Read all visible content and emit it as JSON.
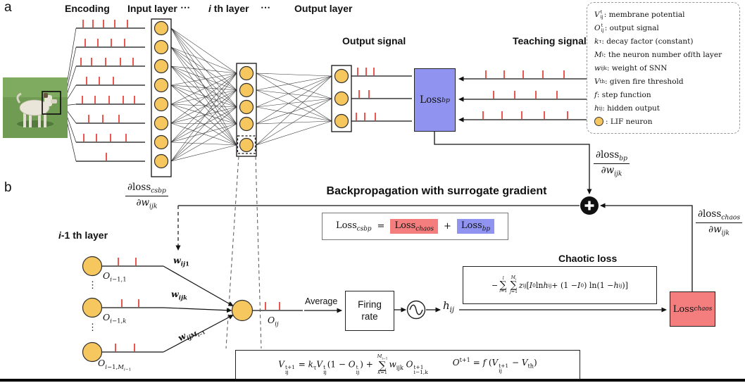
{
  "colors": {
    "neuron": "#F7C75F",
    "spike": "#E8392D",
    "loss_bp": "#9094F0",
    "loss_chaos": "#F47E7E"
  },
  "panel_a": {
    "label": "a",
    "encoding_header": "Encoding",
    "input_layer_header": "Input layer",
    "dots_left": "⋯",
    "ith_layer_header_html": "<i>i</i> th layer",
    "dots_right": "⋯",
    "output_layer_header": "Output layer",
    "output_signal_label": "Output signal",
    "teaching_signal_label": "Teaching signal",
    "loss_bp_html": "Loss<sub><i>bp</i></sub>",
    "grad_bp_num_html": "∂loss<sub><i>bp</i></sub>",
    "grad_bp_den_html": "∂<i>w</i><sub><i>ijk</i></sub>"
  },
  "legend": {
    "items_html": [
      "<i>V</i><span class='ss'><span>t</span><span>ij</span></span>: membrane potential",
      "<i>O</i><span class='ss'><span>t</span><span>ij</span></span>: output signal",
      "<i>k</i><sub>τ</sub>: decay factor (constant)",
      "<i>M</i><sub>i</sub>: the neuron number of <i>i</i> th layer",
      "<i>w</i><sub>ijk</sub>: weight of SNN",
      "<i>V</i><sub>th</sub>: given fire threshold",
      "<i>f</i>: step function",
      "<i>h</i><sub>ij</sub>: hidden output"
    ],
    "lif_label": ": LIF neuron"
  },
  "panel_b": {
    "label": "b",
    "title": "Backpropagation with surrogate gradient",
    "grad_csbp_num_html": "∂loss<sub><i>csbp</i></sub>",
    "grad_csbp_den_html": "∂<i>w</i><sub><i>ijk</i></sub>",
    "grad_chaos_num_html": "∂loss<sub><i>chaos</i></sub>",
    "grad_chaos_den_html": "∂<i>w</i><sub><i>ijk</i></sub>",
    "eq_lhs_html": "Loss<sub><i>csbp</i></sub>",
    "eq_sign": "=",
    "eq_chaos_html": "Loss<sub><i>chaos</i></sub>",
    "eq_plus": "+",
    "eq_bp_html": "Loss<sub><i>bp</i></sub>",
    "prev_layer_html": "<i>i</i>-1 th layer",
    "prev_neuron_labels_html": [
      "<i>O</i><sub><i>i</i>−1,1</sub>",
      "<i>O</i><sub><i>i</i>−1,<i>k</i></sub>",
      "<i>O</i><sub><i>i</i>−1,<i>M</i><sub><i>i</i>−1</sub></sub>"
    ],
    "vdots": "⋮",
    "weight_labels_html": [
      "<i>w</i><sub><i>ij</i>1</sub>",
      "<i>w</i><sub><i>ijk</i></sub>",
      "<i>w</i><sub><i>ijM</i><sub><i>i</i>−1</sub></sub>"
    ],
    "o_ij_html": "<i>O</i><sub><i>ij</i></sub>",
    "average_label": "Average",
    "firing_rate_line1": "Firing",
    "firing_rate_line2": "rate",
    "h_ij_html": "<i>h</i><sub><i>ij</i></sub>",
    "chaotic_loss_title": "Chaotic loss",
    "chaotic_formula_html": "− <span class='bigop'><span class='lim'><i>l</i></span><span class='op'>∑</span><span class='lim'><i>i</i>=1</span></span><span class='bigop'><span class='lim'><i>M<sub>i</sub></i></span><span class='op'>∑</span><span class='lim'><i>j</i>=1</span></span><i>z</i><sub>ij</sub>[<i>I</i><sub>0</sub> ln <i>h</i><sub>ij</sub> + (1 − <i>I</i><sub>0</sub>) ln(1 − <i>h</i><sub>ij</sub>)]",
    "loss_chaos_html": "Loss<sub><i>chaos</i></sub>",
    "membrane_eq_html": "<i>V</i><span class='ss'><span>t+1</span><span>ij</span></span> = <i>k</i><sub>τ</sub><i>V</i><span class='ss'><span>t</span><span>ij</span></span>(1 − <i>O</i><span class='ss'><span>t</span><span>ij</span></span>) + <span class='bigop'><span class='lim'><i>M</i><sub>i−1</sub></span><span class='op'>∑</span><span class='lim'><i>k</i>=1</span></span><i>w</i><sub>ijk</sub> <i>O</i><span class='ss'><span>t+1</span><span>i−1,k</span></span>",
    "output_eq_html": "<i>O</i><sup>t+1</sup> = <i>f</i> (<i>V</i><span class='ss'><span>t+1</span><span>ij</span></span> − <i>V</i><sub>th</sub>)"
  }
}
